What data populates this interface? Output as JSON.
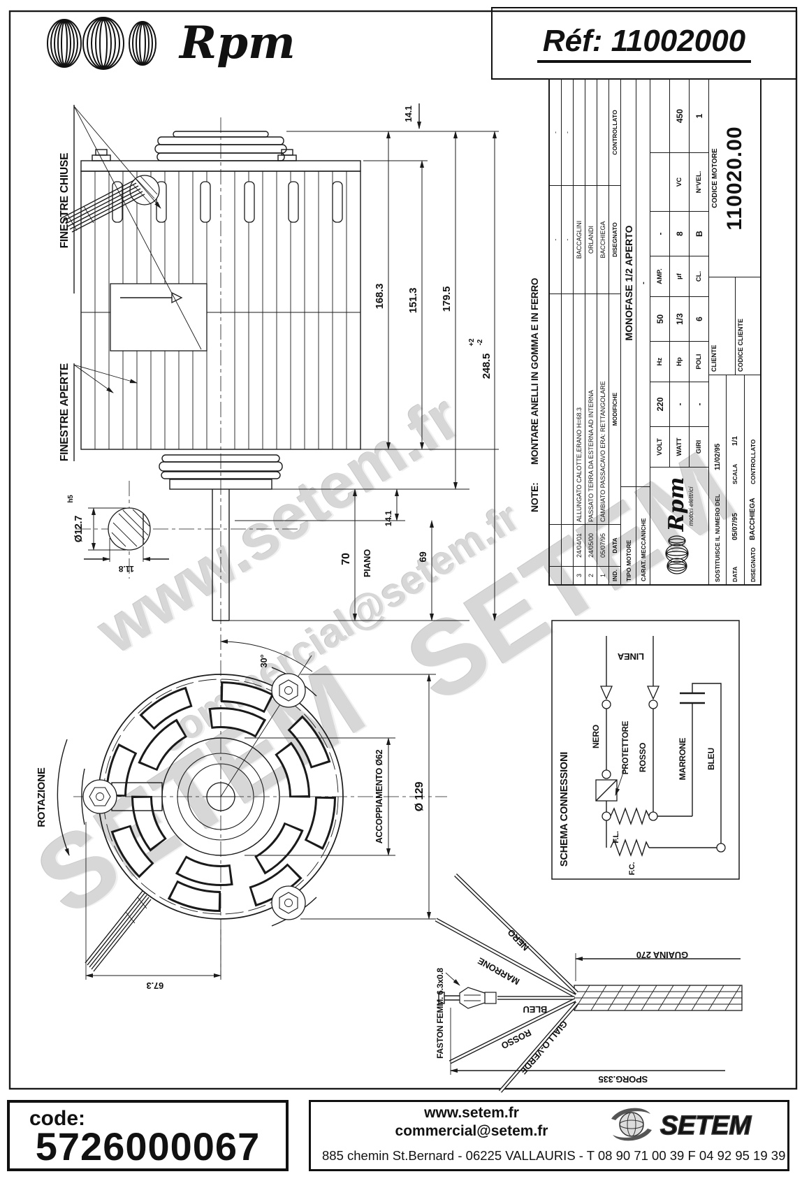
{
  "header": {
    "brand": "Rpm",
    "ref_label": "Réf:",
    "ref_value": "11002000"
  },
  "watermarks": {
    "w1": "www.setem.fr",
    "w2": "SETEM",
    "w3": "commercial@setem.fr",
    "w4": "SETEM"
  },
  "note": {
    "label": "NOTE:",
    "text": "MONTARE ANELLI IN GOMMA E IN FERRO"
  },
  "side_view": {
    "finestre_chiuse": "FINESTRE CHIUSE",
    "finestre_aperte": "FINESTRE APERTE",
    "piano": "PIANO",
    "dim_141_top": "14.1",
    "dim_1683": "168.3",
    "dim_1513": "151.3",
    "dim_1795": "179.5",
    "dim_2485": "248.5",
    "tol_plus": "+2",
    "tol_minus": "-2",
    "dim_141_mid": "14.1",
    "dim_69": "69",
    "dim_70": "70"
  },
  "shaft_detail": {
    "diameter": "Ø12.7",
    "tolerance": "h5",
    "flat": "11.8"
  },
  "front_view": {
    "rotazione": "ROTAZIONE",
    "angle": "30°",
    "accoppiamento": "ACCOPPIAMENTO Ø62",
    "diameter": "Ø 129",
    "dim_673": "67.3"
  },
  "title_block": {
    "revisions": {
      "h_ind": "IND.",
      "h_data": "DATA",
      "h_modifiche": "MODIFICHE",
      "h_disegnato": "DISEGNATO",
      "h_controllato": "CONTROLLATO",
      "rows": [
        {
          "ind": "",
          "data": "",
          "modifiche": "",
          "nome": "-",
          "ctrl": "-"
        },
        {
          "ind": "",
          "data": "",
          "modifiche": "",
          "nome": "-",
          "ctrl": "-"
        },
        {
          "ind": "3",
          "data": "24/04/01",
          "modifiche": "ALLUNGATO CALOTTE,ERANO H=68.3",
          "nome": "BACCAGLINI",
          "ctrl": ""
        },
        {
          "ind": "2",
          "data": "24/05/00",
          "modifiche": "PASSATO TERRA DA ESTERNA AD INTERNA",
          "nome": "ORLANDI",
          "ctrl": ""
        },
        {
          "ind": "1",
          "data": "05/07/95",
          "modifiche": "CAMBIATO PASSACAVO ERA: RETTANGOLARE",
          "nome": "BACCHIEGA",
          "ctrl": ""
        }
      ]
    },
    "tipo_motore_label": "TIPO MOTORE",
    "tipo_motore_value": "MONOFASE 1/2 APERTO",
    "carat_label": "CARAT. MECCANICHE",
    "carat_value": "-",
    "electrical": {
      "volt_label": "VOLT",
      "volt_value": "220",
      "hz_label": "Hz",
      "hz_value": "50",
      "amp_label": "AMP.",
      "amp_value": "-",
      "watt_label": "WATT",
      "watt_value": "-",
      "hp_label": "Hp",
      "hp_value": "1/3",
      "uf_label": "µf",
      "uf_value": "8",
      "vc_label": "VC",
      "vc_value": "450",
      "giri_label": "GIRI",
      "giri_value": "-",
      "poli_label": "POLI",
      "poli_value": "6",
      "cl_label": "CL.",
      "cl_value": "B",
      "nvel_label": "N°VEL.",
      "nvel_value": "1"
    },
    "logo_brand": "Rpm",
    "logo_sub": "motori elettrici",
    "sostituisce_label": "SOSTITUISCE IL NUMERO DEL",
    "sostituisce_value": "11/02/95",
    "scala_label": "SCALA",
    "scala_value": "1/1",
    "data_label": "DATA",
    "data_value": "05/07/95",
    "disegnato_label": "DISEGNATO",
    "disegnato_value": "BACCHIEGA",
    "controllato_label": "CONTROLLATO",
    "controllato_value": "",
    "cliente_label": "CLIENTE",
    "cliente_value": "",
    "codice_cliente_label": "CODICE CLIENTE",
    "codice_cliente_value": "",
    "codice_motore_label": "CODICE MOTORE",
    "codice_motore_value": "110020.00"
  },
  "schema": {
    "title": "SCHEMA CONNESSIONI",
    "linea": "LINEA",
    "nero": "NERO",
    "protettore": "PROTETTORE",
    "rosso": "ROSSO",
    "marrone": "MARRONE",
    "bleu": "BLEU",
    "fl": "F.L.",
    "fc": "F.C."
  },
  "cable": {
    "faston": "FASTON FEMM. 6.3x0.8",
    "nero": "NERO",
    "marrone": "MARRONE",
    "bleu": "BLEU",
    "rosso": "ROSSO",
    "giallo_verde": "GIALLO-VERDE",
    "guaina": "GUAINA 270",
    "sporgenza": "SPORG.335"
  },
  "footer": {
    "code_label": "code:",
    "code_value": "5726000067",
    "website": "www.setem.fr",
    "email": "commercial@setem.fr",
    "address": "885 chemin St.Bernard  -  06225 VALLAURIS  -  T 08 90 71 00 39   F 04 92 95 19 39",
    "logo_text": "SETEM"
  }
}
